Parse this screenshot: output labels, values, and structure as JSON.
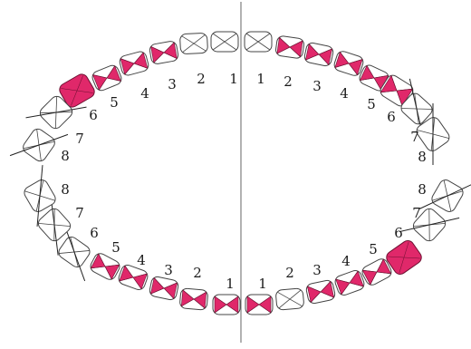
{
  "colors": {
    "filled": "#e0286a",
    "filled_stroke": "#6b1030",
    "outline": "#444444",
    "midline": "#666666",
    "background": "#ffffff"
  },
  "legend_semantics": "filled = marked surface; X = missing tooth",
  "upper_arch": {
    "left_side": [
      {
        "number": "1",
        "state": "missing"
      },
      {
        "number": "2",
        "state": "missing"
      },
      {
        "number": "3",
        "state": "marked"
      },
      {
        "number": "4",
        "state": "marked"
      },
      {
        "number": "5",
        "state": "marked"
      },
      {
        "number": "6",
        "state": "full"
      },
      {
        "number": "7",
        "state": "missing"
      },
      {
        "number": "8",
        "state": "missing"
      }
    ],
    "right_side": [
      {
        "number": "1",
        "state": "missing"
      },
      {
        "number": "2",
        "state": "marked"
      },
      {
        "number": "3",
        "state": "marked"
      },
      {
        "number": "4",
        "state": "marked"
      },
      {
        "number": "5",
        "state": "marked"
      },
      {
        "number": "6",
        "state": "marked"
      },
      {
        "number": "7",
        "state": "missing"
      },
      {
        "number": "8",
        "state": "missing"
      }
    ]
  },
  "lower_arch": {
    "left_side": [
      {
        "number": "1",
        "state": "marked"
      },
      {
        "number": "2",
        "state": "marked"
      },
      {
        "number": "3",
        "state": "marked"
      },
      {
        "number": "4",
        "state": "marked"
      },
      {
        "number": "5",
        "state": "marked"
      },
      {
        "number": "6",
        "state": "missing"
      },
      {
        "number": "7",
        "state": "missing"
      },
      {
        "number": "8",
        "state": "missing"
      }
    ],
    "right_side": [
      {
        "number": "1",
        "state": "marked"
      },
      {
        "number": "2",
        "state": "healthy"
      },
      {
        "number": "3",
        "state": "marked"
      },
      {
        "number": "4",
        "state": "marked"
      },
      {
        "number": "5",
        "state": "marked"
      },
      {
        "number": "6",
        "state": "full"
      },
      {
        "number": "7",
        "state": "missing"
      },
      {
        "number": "8",
        "state": "missing"
      }
    ]
  }
}
